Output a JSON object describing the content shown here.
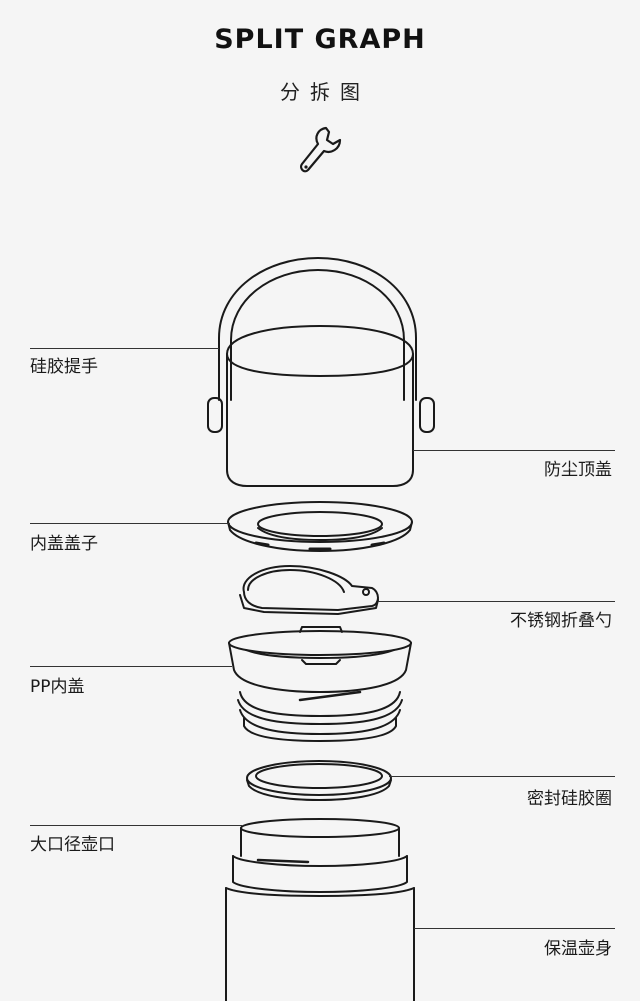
{
  "header": {
    "title": "SPLIT GRAPH",
    "subtitle": "分拆图"
  },
  "icons": {
    "header_icon": "wrench-icon"
  },
  "parts": {
    "silicone_handle": "硅胶提手",
    "dust_cover": "防尘顶盖",
    "inner_lid_cap": "内盖盖子",
    "folding_spoon": "不锈钢折叠勺",
    "pp_inner_lid": "PP内盖",
    "sealing_ring": "密封硅胶圈",
    "wide_mouth": "大口径壶口",
    "insulated_pot": "保温壶身"
  },
  "colors": {
    "background": "#f5f5f5",
    "line": "#1a1a1a"
  }
}
